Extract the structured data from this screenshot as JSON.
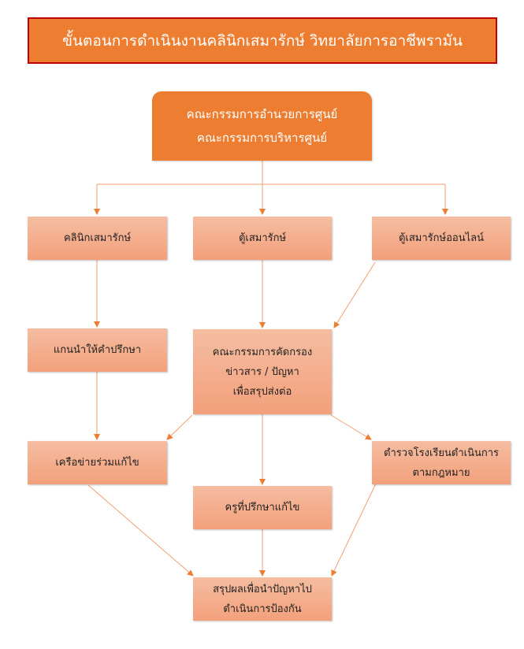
{
  "title": "ขั้นตอนการดำเนินงานคลินิกเสมารักษ์ วิทยาลัยการอาชีพรามัน",
  "top_box": {
    "line1": "คณะกรรมการอำนวยการศูนย์",
    "line2": "คณะกรรมการบริหารศูนย์"
  },
  "boxes": {
    "clinic": "คลินิกเสมารักษ์",
    "cabinet": "ตู้เสมารักษ์",
    "online_cabinet": "ตู้เสมารักษ์ออนไลน์",
    "leaders": "แกนนำให้คำปรึกษา",
    "screening": [
      "คณะกรรมการคัดกรอง",
      "ข่าวสาร / ปัญหา",
      "เพื่อสรุปส่งต่อ"
    ],
    "network": "เครือข่ายร่วมแก้ไข",
    "advisor": "ครูที่ปรึกษาแก้ไข",
    "police": [
      "ตำรวจโรงเรียนดำเนินการ",
      "ตามกฎหมาย"
    ],
    "summary": [
      "สรุปผลเพื่อนำปัญหาไป",
      "ดำเนินการป้องกัน"
    ]
  },
  "colors": {
    "accent": "#ED7D31",
    "border": "#C00000",
    "box_light": "#F5BDA1",
    "box_dark": "#F3A07B"
  }
}
